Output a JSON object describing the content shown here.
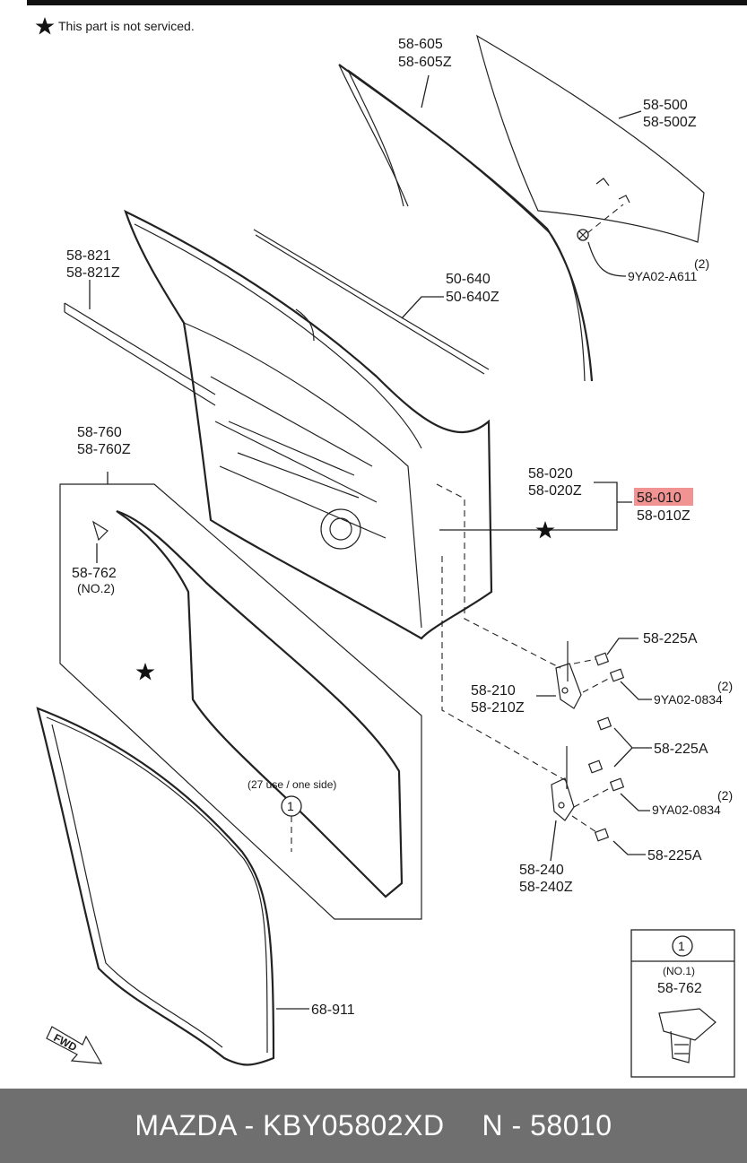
{
  "note": "This part is not serviced.",
  "labels": {
    "l58605a": "58-605",
    "l58605b": "58-605Z",
    "l58500a": "58-500",
    "l58500b": "58-500Z",
    "l9ya02a611": "9YA02-A611",
    "q2a": "(2)",
    "l58821a": "58-821",
    "l58821b": "58-821Z",
    "l50640a": "50-640",
    "l50640b": "50-640Z",
    "l58020a": "58-020",
    "l58020b": "58-020Z",
    "l58010a": "58-010",
    "l58010b": "58-010Z",
    "l58760a": "58-760",
    "l58760b": "58-760Z",
    "l58762": "58-762",
    "no2": "(NO.2)",
    "l58225a1": "58-225A",
    "l58210a": "58-210",
    "l58210b": "58-210Z",
    "q2b": "(2)",
    "l9ya02_0834a": "9YA02-0834",
    "l58225a2": "58-225A",
    "l9ya02_0834b": "9YA02-0834",
    "q2c": "(2)",
    "l58225a3": "58-225A",
    "l58240a": "58-240",
    "l58240b": "58-240Z",
    "use_note": "(27 use / one side)",
    "callout1": "1",
    "l68911": "68-911",
    "fwd": "FWD"
  },
  "inset": {
    "callout": "1",
    "no": "(NO.1)",
    "part": "58-762"
  },
  "highlight_color": "#f08080",
  "footer": {
    "left": "MAZDA - KBY05802XD",
    "right": "N - 58010"
  }
}
